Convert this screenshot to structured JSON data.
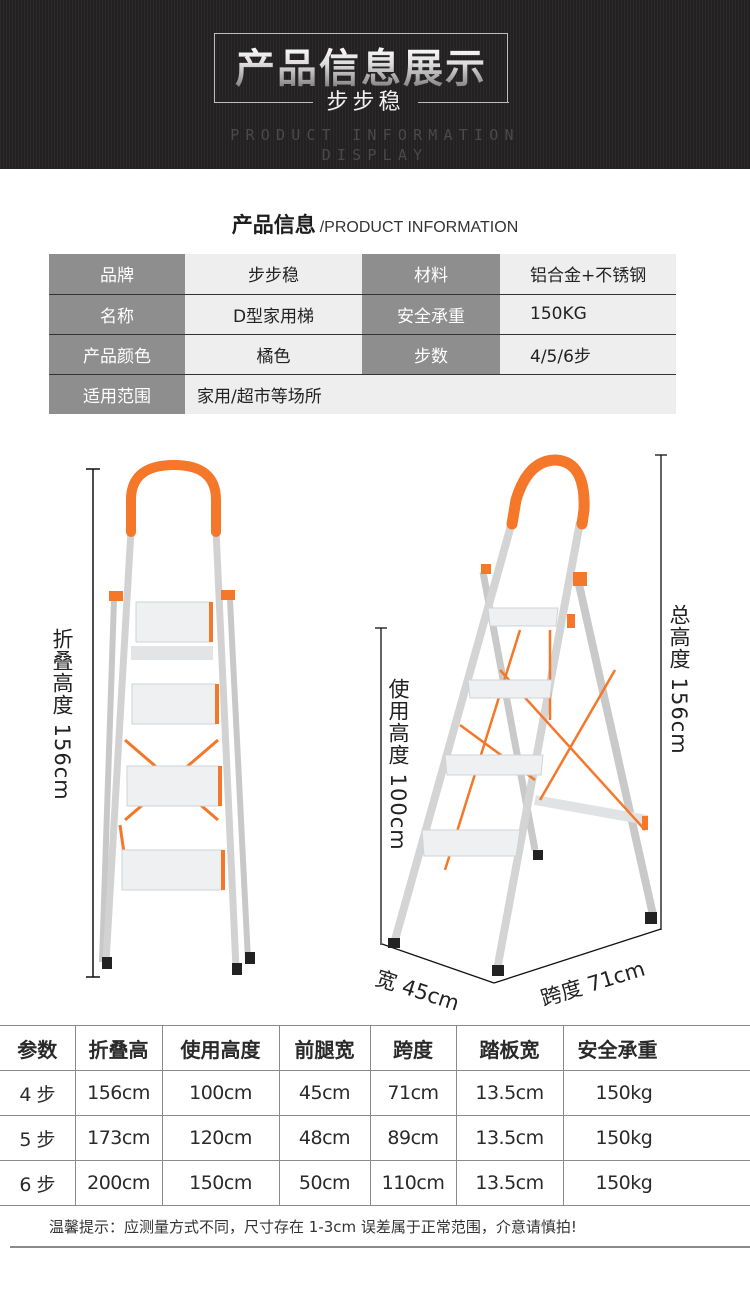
{
  "banner": {
    "title": "产品信息展示",
    "subtitle": "步步稳",
    "english": "PRODUCT INFORMATION DISPLAY"
  },
  "info": {
    "heading_cn": "产品信息",
    "heading_en": "/PRODUCT INFORMATION",
    "rows": [
      {
        "label1": "品牌",
        "value1": "步步稳",
        "label2": "材料",
        "value2": "铝合金+不锈钢"
      },
      {
        "label1": "名称",
        "value1": "D型家用梯",
        "label2": "安全承重",
        "value2": "150KG"
      },
      {
        "label1": "产品颜色",
        "value1": "橘色",
        "label2": "步数",
        "value2": "4/5/6步"
      },
      {
        "label1": "适用范围",
        "value1": "家用/超市等场所"
      }
    ]
  },
  "ladder_left": {
    "dimension_label": "折叠高度 156cm"
  },
  "ladder_right": {
    "use_height_label": "使用高度 100cm",
    "total_height_label": "总高度 156cm",
    "width_label": "宽 45cm",
    "span_label": "跨度 71cm"
  },
  "spec": {
    "headers": [
      "参数",
      "折叠高",
      "使用高度",
      "前腿宽",
      "跨度",
      "踏板宽",
      "安全承重"
    ],
    "rows": [
      [
        "4 步",
        "156cm",
        "100cm",
        "45cm",
        "71cm",
        "13.5cm",
        "150kg"
      ],
      [
        "5 步",
        "173cm",
        "120cm",
        "48cm",
        "89cm",
        "13.5cm",
        "150kg"
      ],
      [
        "6 步",
        "200cm",
        "150cm",
        "50cm",
        "110cm",
        "13.5cm",
        "150kg"
      ]
    ]
  },
  "note": "温馨提示：应测量方式不同，尺寸存在 1-3cm 误差属于正常范围，介意请慎拍!",
  "colors": {
    "banner_bg": "#232122",
    "label_cell": "#8e8e8e",
    "value_cell": "#eeeeee",
    "accent_orange": "#f5772a",
    "steel": "#c9c9c9"
  }
}
